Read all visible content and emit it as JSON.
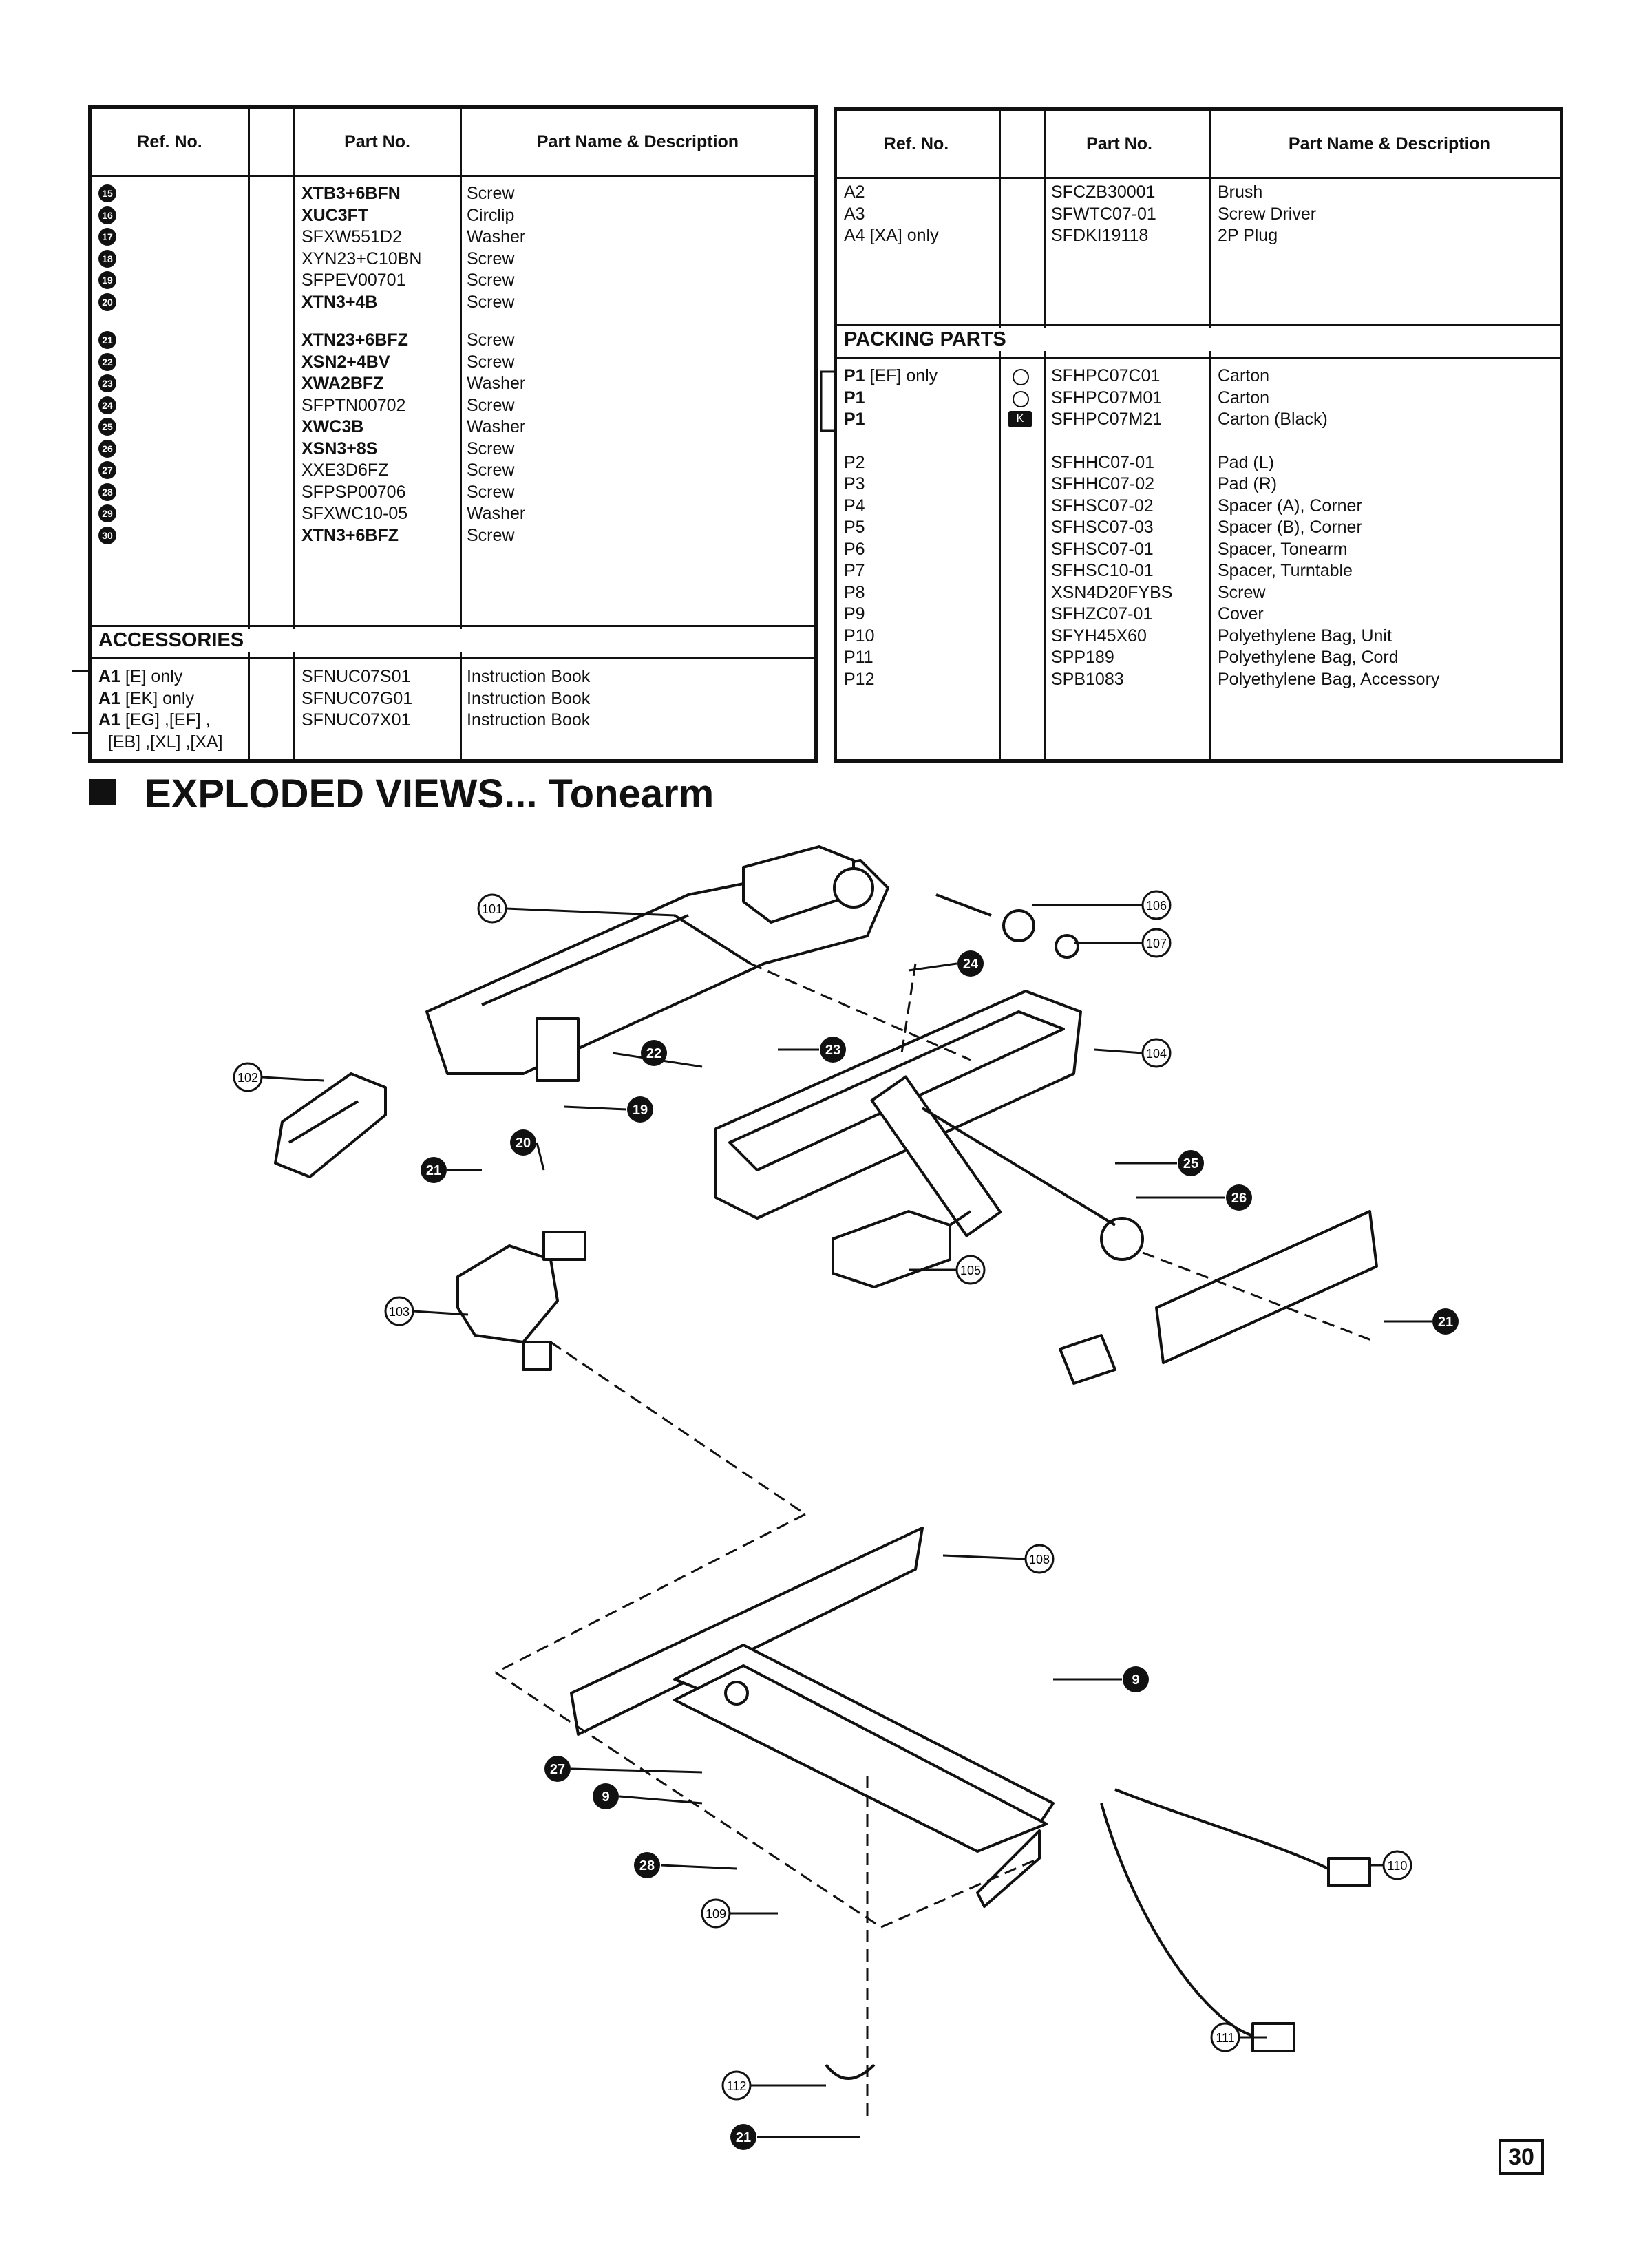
{
  "left_table": {
    "headers": [
      "Ref. No.",
      "",
      "Part No.",
      "Part Name & Description"
    ],
    "rows": [
      {
        "ref": "15",
        "part": "XTB3+6BFN",
        "name": "Screw",
        "bold": true
      },
      {
        "ref": "16",
        "part": "XUC3FT",
        "name": "Circlip",
        "bold": true
      },
      {
        "ref": "17",
        "part": "SFXW551D2",
        "name": "Washer",
        "bold": false
      },
      {
        "ref": "18",
        "part": "XYN23+C10BN",
        "name": "Screw",
        "bold": false
      },
      {
        "ref": "19",
        "part": "SFPEV00701",
        "name": "Screw",
        "bold": false
      },
      {
        "ref": "20",
        "part": "XTN3+4B",
        "name": "Screw",
        "bold": true
      },
      {
        "ref": "21",
        "part": "XTN23+6BFZ",
        "name": "Screw",
        "bold": true
      },
      {
        "ref": "22",
        "part": "XSN2+4BV",
        "name": "Screw",
        "bold": true
      },
      {
        "ref": "23",
        "part": "XWA2BFZ",
        "name": "Washer",
        "bold": true
      },
      {
        "ref": "24",
        "part": "SFPTN00702",
        "name": "Screw",
        "bold": false
      },
      {
        "ref": "25",
        "part": "XWC3B",
        "name": "Washer",
        "bold": true
      },
      {
        "ref": "26",
        "part": "XSN3+8S",
        "name": "Screw",
        "bold": true
      },
      {
        "ref": "27",
        "part": "XXE3D6FZ",
        "name": "Screw",
        "bold": false
      },
      {
        "ref": "28",
        "part": "SFPSP00706",
        "name": "Screw",
        "bold": false
      },
      {
        "ref": "29",
        "part": "SFXWC10-05",
        "name": "Washer",
        "bold": false
      },
      {
        "ref": "30",
        "part": "XTN3+6BFZ",
        "name": "Screw",
        "bold": true
      }
    ],
    "accessories_title": "ACCESSORIES",
    "accessories": [
      {
        "ref": "A1",
        "note": " [E] only",
        "part": "SFNUC07S01",
        "name": "Instruction Book"
      },
      {
        "ref": "A1",
        "note": " [EK] only",
        "part": "SFNUC07G01",
        "name": "Instruction Book"
      },
      {
        "ref": "A1",
        "note": " [EG] ,[EF] ,",
        "part": "SFNUC07X01",
        "name": "Instruction Book"
      },
      {
        "ref": "",
        "note": "  [EB] ,[XL] ,[XA]",
        "part": "",
        "name": ""
      }
    ]
  },
  "right_table": {
    "headers": [
      "Ref. No.",
      "",
      "Part No.",
      "Part Name & Description"
    ],
    "rows": [
      {
        "ref": "A2",
        "part": "SFCZB30001",
        "name": "Brush"
      },
      {
        "ref": "A3",
        "part": "SFWTC07-01",
        "name": "Screw Driver"
      },
      {
        "ref": "A4 [XA] only",
        "part": "SFDKI19118",
        "name": "2P Plug"
      }
    ],
    "packing_title": "PACKING PARTS",
    "packing": [
      {
        "ref": "P1",
        "note": " [EF] only",
        "mark": "circle",
        "part": "SFHPC07C01",
        "name": "Carton"
      },
      {
        "ref": "P1",
        "note": "",
        "mark": "circle",
        "part": "SFHPC07M01",
        "name": "Carton"
      },
      {
        "ref": "P1",
        "note": "",
        "mark": "K",
        "part": "SFHPC07M21",
        "name": "Carton (Black)"
      },
      {
        "ref": "P2",
        "note": "",
        "mark": "",
        "part": "SFHHC07-01",
        "name": "Pad (L)"
      },
      {
        "ref": "P3",
        "note": "",
        "mark": "",
        "part": "SFHHC07-02",
        "name": "Pad (R)"
      },
      {
        "ref": "P4",
        "note": "",
        "mark": "",
        "part": "SFHSC07-02",
        "name": "Spacer (A), Corner"
      },
      {
        "ref": "P5",
        "note": "",
        "mark": "",
        "part": "SFHSC07-03",
        "name": "Spacer (B), Corner"
      },
      {
        "ref": "P6",
        "note": "",
        "mark": "",
        "part": "SFHSC07-01",
        "name": "Spacer, Tonearm"
      },
      {
        "ref": "P7",
        "note": "",
        "mark": "",
        "part": "SFHSC10-01",
        "name": "Spacer, Turntable"
      },
      {
        "ref": "P8",
        "note": "",
        "mark": "",
        "part": "XSN4D20FYBS",
        "name": "Screw"
      },
      {
        "ref": "P9",
        "note": "",
        "mark": "",
        "part": "SFHZC07-01",
        "name": "Cover"
      },
      {
        "ref": "P10",
        "note": "",
        "mark": "",
        "part": "SFYH45X60",
        "name": "Polyethylene Bag, Unit"
      },
      {
        "ref": "P11",
        "note": "",
        "mark": "",
        "part": "SPP189",
        "name": "Polyethylene Bag, Cord"
      },
      {
        "ref": "P12",
        "note": "",
        "mark": "",
        "part": "SPB1083",
        "name": "Polyethylene Bag, Accessory"
      }
    ]
  },
  "section_title": "EXPLODED VIEWS... Tonearm",
  "diagram_labels": {
    "l101": "101",
    "l102": "102",
    "l103": "103",
    "l104": "104",
    "l105": "105",
    "l106": "106",
    "l107": "107",
    "l108": "108",
    "l109": "109",
    "l110": "110",
    "l111": "111",
    "l112": "112",
    "l9a": "9",
    "l9b": "9",
    "l19": "19",
    "l20": "20",
    "l21a": "21",
    "l21b": "21",
    "l21c": "21",
    "l22": "22",
    "l23": "23",
    "l24": "24",
    "l25": "25",
    "l26": "26",
    "l27": "27",
    "l28": "28"
  },
  "page_number": "30"
}
